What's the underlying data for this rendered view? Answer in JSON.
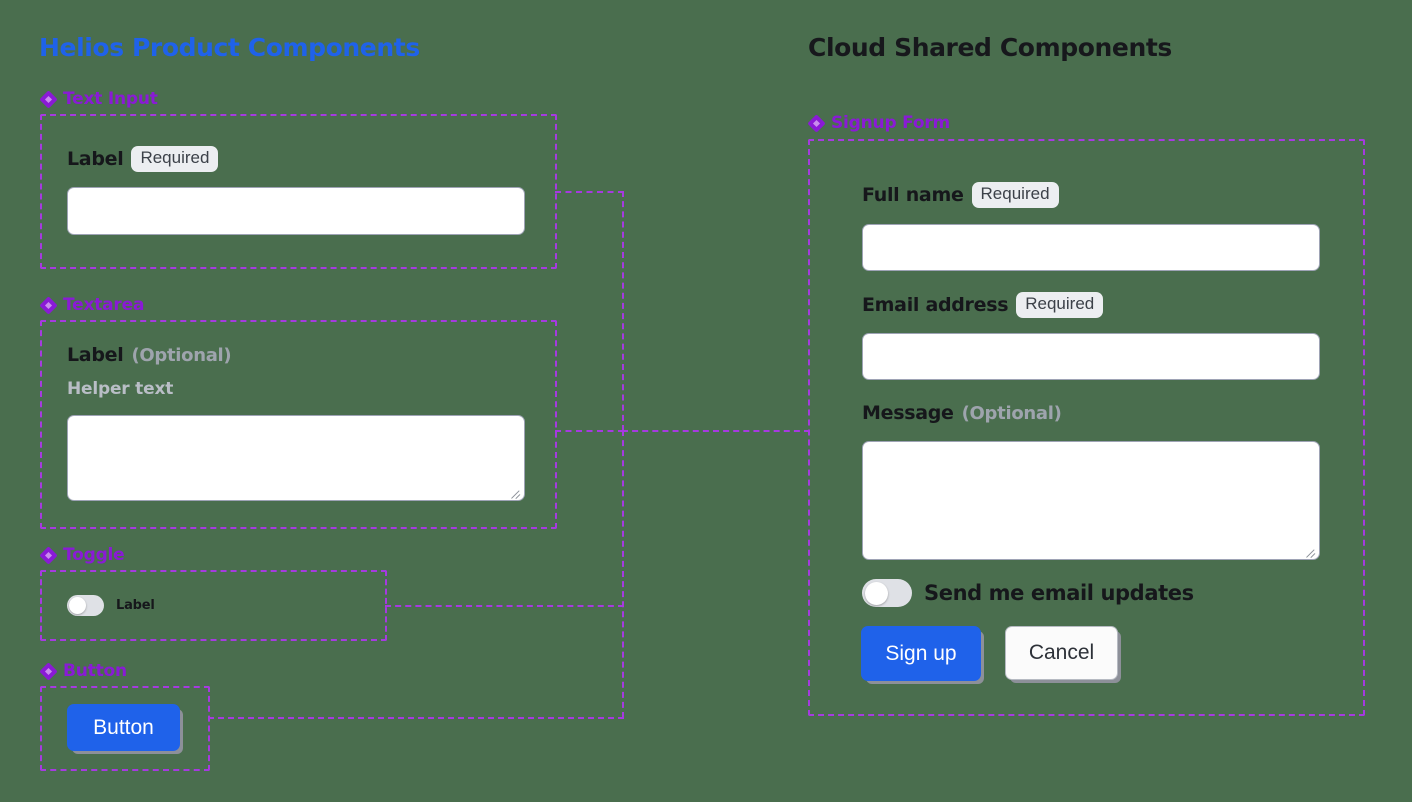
{
  "canvas": {
    "background": "#4a6e4e",
    "accent_purple": "#8a1ad6",
    "frame_purple": "#a63ae0",
    "brand_blue": "#1f62ea"
  },
  "columns": {
    "left_title": "Helios Product Components",
    "right_title": "Cloud Shared Components"
  },
  "left_groups": [
    {
      "icon": "diamond-component-icon",
      "label": "Text Input"
    },
    {
      "icon": "diamond-component-icon",
      "label": "Textarea"
    },
    {
      "icon": "diamond-component-icon",
      "label": "Toggle"
    },
    {
      "icon": "diamond-component-icon",
      "label": "Button"
    }
  ],
  "right_groups": [
    {
      "icon": "diamond-component-icon",
      "label": "Signup Form"
    }
  ],
  "text_input": {
    "label": "Label",
    "badge": "Required",
    "value": "",
    "placeholder": ""
  },
  "textarea": {
    "label": "Label",
    "optional": "(Optional)",
    "helper": "Helper text",
    "value": "",
    "placeholder": ""
  },
  "toggle": {
    "label": "Label",
    "state": "off"
  },
  "button": {
    "label": "Button"
  },
  "signup_form": {
    "fields": [
      {
        "label": "Full name",
        "badge": "Required",
        "value": "",
        "placeholder": ""
      },
      {
        "label": "Email address",
        "badge": "Required",
        "value": "",
        "placeholder": ""
      }
    ],
    "message": {
      "label": "Message",
      "optional": "(Optional)",
      "value": "",
      "placeholder": ""
    },
    "updates_toggle": {
      "label": "Send me email updates",
      "state": "off"
    },
    "submit_label": "Sign up",
    "cancel_label": "Cancel"
  }
}
